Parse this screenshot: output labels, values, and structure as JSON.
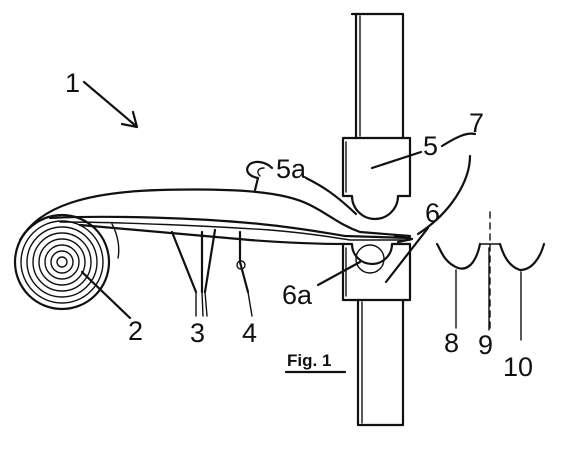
{
  "figure": {
    "caption": "Fig. 1",
    "labels": {
      "l1": "1",
      "l2": "2",
      "l3": "3",
      "l4": "4",
      "l5": "5",
      "l5a": "5a",
      "l6": "6",
      "l6a": "6a",
      "l7": "7",
      "l8": "8",
      "l9": "9",
      "l10": "10"
    }
  }
}
